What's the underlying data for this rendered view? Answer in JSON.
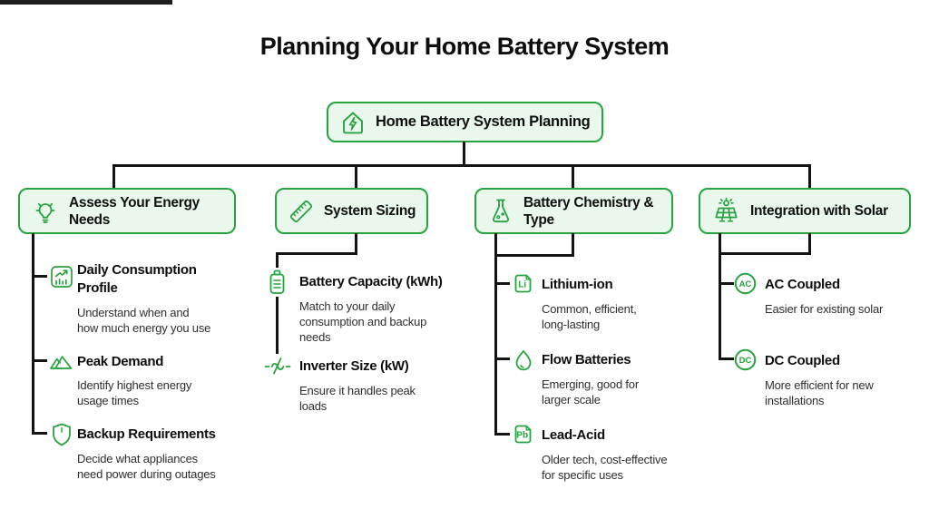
{
  "colors": {
    "accent_green": "#27a33f",
    "light_green_fill": "#e9f7ec",
    "connector_black": "#141414",
    "title_text": "#0e0e0e",
    "description_text": "#2e2e2e"
  },
  "page": {
    "title": "Planning Your Home Battery System"
  },
  "root": {
    "label": "Home Battery System Planning",
    "icon": "house-energy-icon"
  },
  "branches": [
    {
      "label": "Assess Your Energy\nNeeds",
      "icon": "lightbulb-icon",
      "items": [
        {
          "icon": "chart-icon",
          "title": "Daily Consumption\nProfile",
          "desc": "Understand when and\nhow much energy you use"
        },
        {
          "icon": "mountain-icon",
          "title": "Peak Demand",
          "desc": "Identify highest energy\nusage times"
        },
        {
          "icon": "shield-icon",
          "title": "Backup Requirements",
          "desc": "Decide what appliances\nneed power during outages"
        }
      ]
    },
    {
      "label": "System Sizing",
      "icon": "ruler-icon",
      "items": [
        {
          "icon": "battery-icon",
          "title": "Battery Capacity (kWh)",
          "desc": "Match to your daily\nconsumption and backup\nneeds"
        },
        {
          "icon": "inverter-wave-icon",
          "title": "Inverter Size (kW)",
          "desc": "Ensure it handles peak\nloads"
        }
      ]
    },
    {
      "label": "Battery Chemistry &\nType",
      "icon": "flask-icon",
      "items": [
        {
          "icon": "li-badge-icon",
          "badge": "Li",
          "title": "Lithium-ion",
          "desc": "Common, efficient,\nlong-lasting"
        },
        {
          "icon": "droplet-icon",
          "title": "Flow Batteries",
          "desc": "Emerging, good for\nlarger scale"
        },
        {
          "icon": "pb-badge-icon",
          "badge": "Pb",
          "title": "Lead-Acid",
          "desc": "Older tech, cost-effective\nfor specific uses"
        }
      ]
    },
    {
      "label": "Integration with Solar",
      "icon": "solar-panel-icon",
      "items": [
        {
          "icon": "ac-badge-icon",
          "badge": "AC",
          "title": "AC Coupled",
          "desc": "Easier for existing solar"
        },
        {
          "icon": "dc-badge-icon",
          "badge": "DC",
          "title": "DC Coupled",
          "desc": "More efficient for new\ninstallations"
        }
      ]
    }
  ]
}
